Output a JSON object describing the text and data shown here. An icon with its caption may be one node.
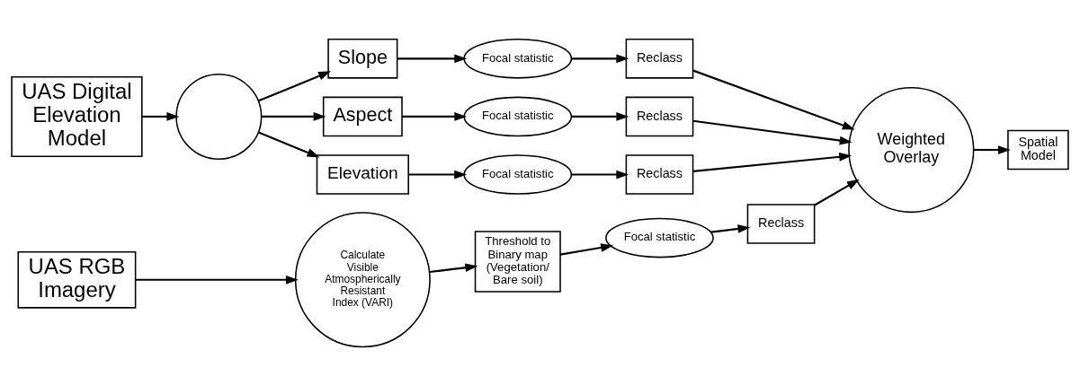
{
  "diagram": {
    "nodes": [
      {
        "text": [
          "UAS Digital Elevation Model"
        ]
      },
      {
        "text": [],
        "shape": "circle"
      },
      {
        "text": [
          "Slope"
        ]
      },
      {
        "text": [
          "Aspect"
        ]
      },
      {
        "text": [
          "Elevation"
        ]
      },
      {
        "text": [
          "Focal statistic"
        ]
      },
      {
        "text": [
          "Focal statistic"
        ]
      },
      {
        "text": [
          "Focal statistic"
        ]
      },
      {
        "text": [
          "Reclass"
        ]
      },
      {
        "text": [
          "Reclass"
        ]
      },
      {
        "text": [
          "Reclass"
        ]
      },
      {
        "text": [
          "Weighted Overlay"
        ]
      },
      {
        "text": [
          "Spatial Model"
        ]
      },
      {
        "text": [
          "UAS RGB Imagery"
        ]
      },
      {
        "text": [
          "Calculate Visible Atmospherically Resistant Index (VARI)"
        ]
      },
      {
        "text": [
          "Threshold to Binary map (Vegetation/ Bare soil)"
        ]
      },
      {
        "text": [
          "Focal statistic"
        ]
      },
      {
        "text": [
          "Reclass"
        ]
      }
    ],
    "edges": [
      {
        "from": 0,
        "to": 1,
        "arrow": "to"
      },
      {
        "from": 1,
        "to": 2,
        "arrow": "to"
      },
      {
        "from": 1,
        "to": 3,
        "arrow": "to"
      },
      {
        "from": 1,
        "to": 4,
        "arrow": "to"
      },
      {
        "from": 2,
        "to": 5,
        "arrow": "to"
      },
      {
        "from": 3,
        "to": 6,
        "arrow": "to"
      },
      {
        "from": 4,
        "to": 7,
        "arrow": "to"
      },
      {
        "from": 5,
        "to": 8,
        "arrow": "to"
      },
      {
        "from": 6,
        "to": 9,
        "arrow": "to"
      },
      {
        "from": 7,
        "to": 10,
        "arrow": "to"
      },
      {
        "from": 8,
        "to": 11,
        "arrow": "to"
      },
      {
        "from": 9,
        "to": 11,
        "arrow": "to"
      },
      {
        "from": 10,
        "to": 11,
        "arrow": "to"
      },
      {
        "from": 17,
        "to": 11,
        "arrow": "to"
      },
      {
        "from": 11,
        "to": 12,
        "arrow": "to"
      },
      {
        "from": 13,
        "to": 14,
        "arrow": "to"
      },
      {
        "from": 14,
        "to": 15,
        "arrow": "to"
      },
      {
        "from": 15,
        "to": 16,
        "arrow": "to"
      },
      {
        "from": 16,
        "to": 17,
        "arrow": "to"
      }
    ]
  }
}
